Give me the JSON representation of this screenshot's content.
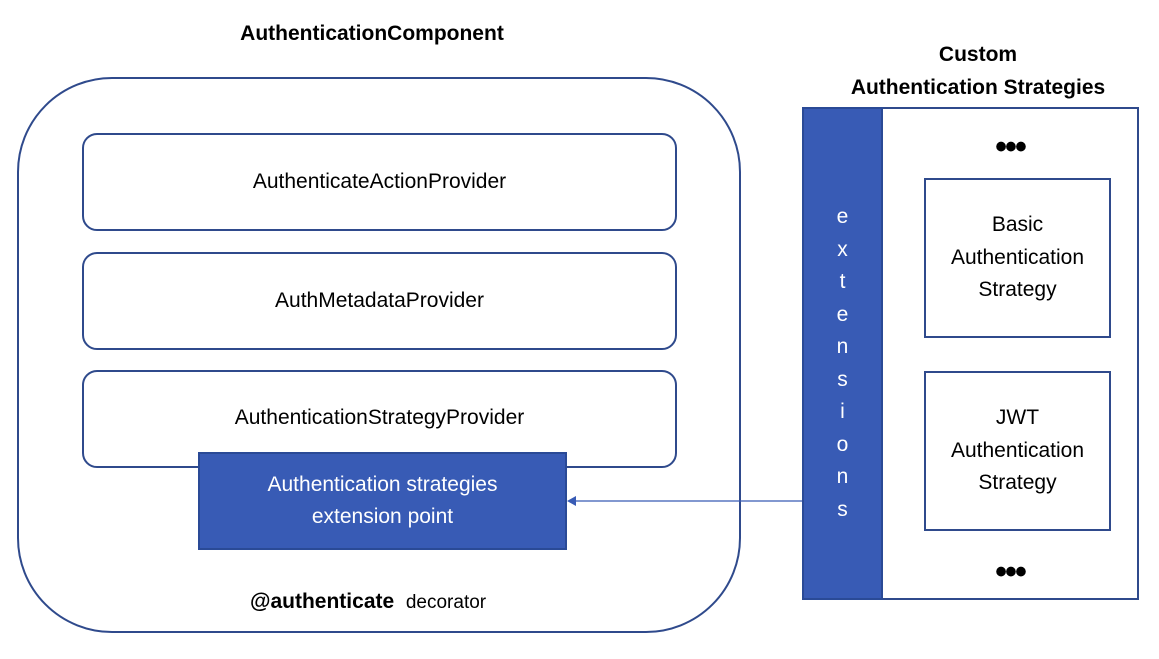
{
  "component": {
    "title": "AuthenticationComponent",
    "providers": [
      "AuthenticateActionProvider",
      "AuthMetadataProvider",
      "AuthenticationStrategyProvider"
    ],
    "extension_point": [
      "Authentication strategies",
      "extension point"
    ],
    "decorator_bold": "@authenticate",
    "decorator_label": "decorator"
  },
  "custom": {
    "title_line1": "Custom",
    "title_line2": "Authentication Strategies",
    "extensions_label": "extensions",
    "ellipsis": "•••",
    "strategies": [
      [
        "Basic",
        "Authentication",
        "Strategy"
      ],
      [
        "JWT",
        "Authentication",
        "Strategy"
      ]
    ]
  },
  "colors": {
    "accent": "#385bb5",
    "border": "#2f4a8c"
  }
}
